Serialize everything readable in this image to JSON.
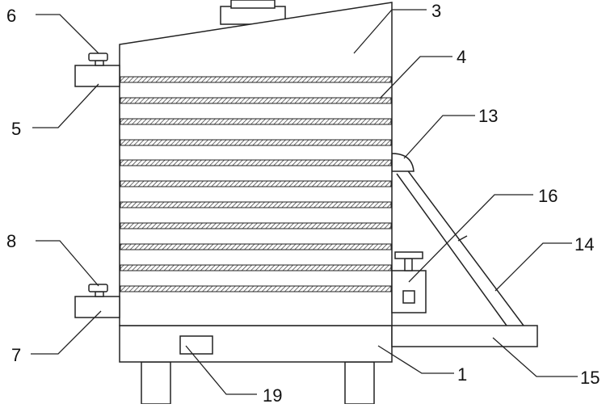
{
  "diagram": {
    "part_labels": [
      {
        "id": "p6",
        "text": "6"
      },
      {
        "id": "p3",
        "text": "3"
      },
      {
        "id": "p4",
        "text": "4"
      },
      {
        "id": "p5",
        "text": "5"
      },
      {
        "id": "p13",
        "text": "13"
      },
      {
        "id": "p16",
        "text": "16"
      },
      {
        "id": "p8",
        "text": "8"
      },
      {
        "id": "p14",
        "text": "14"
      },
      {
        "id": "p7",
        "text": "7"
      },
      {
        "id": "p15",
        "text": "15"
      },
      {
        "id": "p19",
        "text": "19"
      },
      {
        "id": "p1",
        "text": "1"
      }
    ],
    "shelf_count": 11
  }
}
